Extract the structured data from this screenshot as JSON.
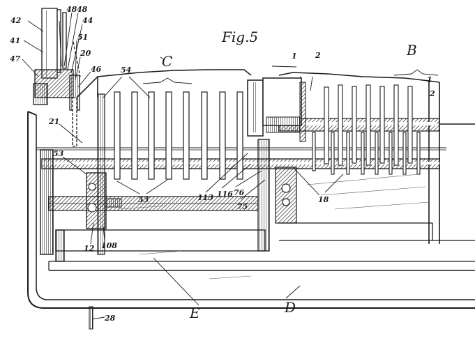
{
  "figure": {
    "title": "Fig.5",
    "callouts": {
      "c42": "42",
      "c48a": "48",
      "c48b": "48",
      "c44": "44",
      "c41": "41",
      "c51": "51",
      "c20": "20",
      "c47": "47",
      "c46": "46",
      "c54": "54",
      "c21": "21",
      "c53a": "53",
      "c53b": "53",
      "c113": "113",
      "c116": "116",
      "c76": "76",
      "c75": "75",
      "c18": "18",
      "c12": "12",
      "c108": "108",
      "c28": "28",
      "c1a": "1",
      "c1b": "1",
      "c2a": "2",
      "c2b": "2"
    },
    "regions": {
      "C": "C",
      "B": "B",
      "E": "E",
      "D": "D"
    }
  },
  "palette": {
    "ink": "#1a1a1a",
    "paper": "#ffffff",
    "hatch": "#3a3a3a"
  }
}
